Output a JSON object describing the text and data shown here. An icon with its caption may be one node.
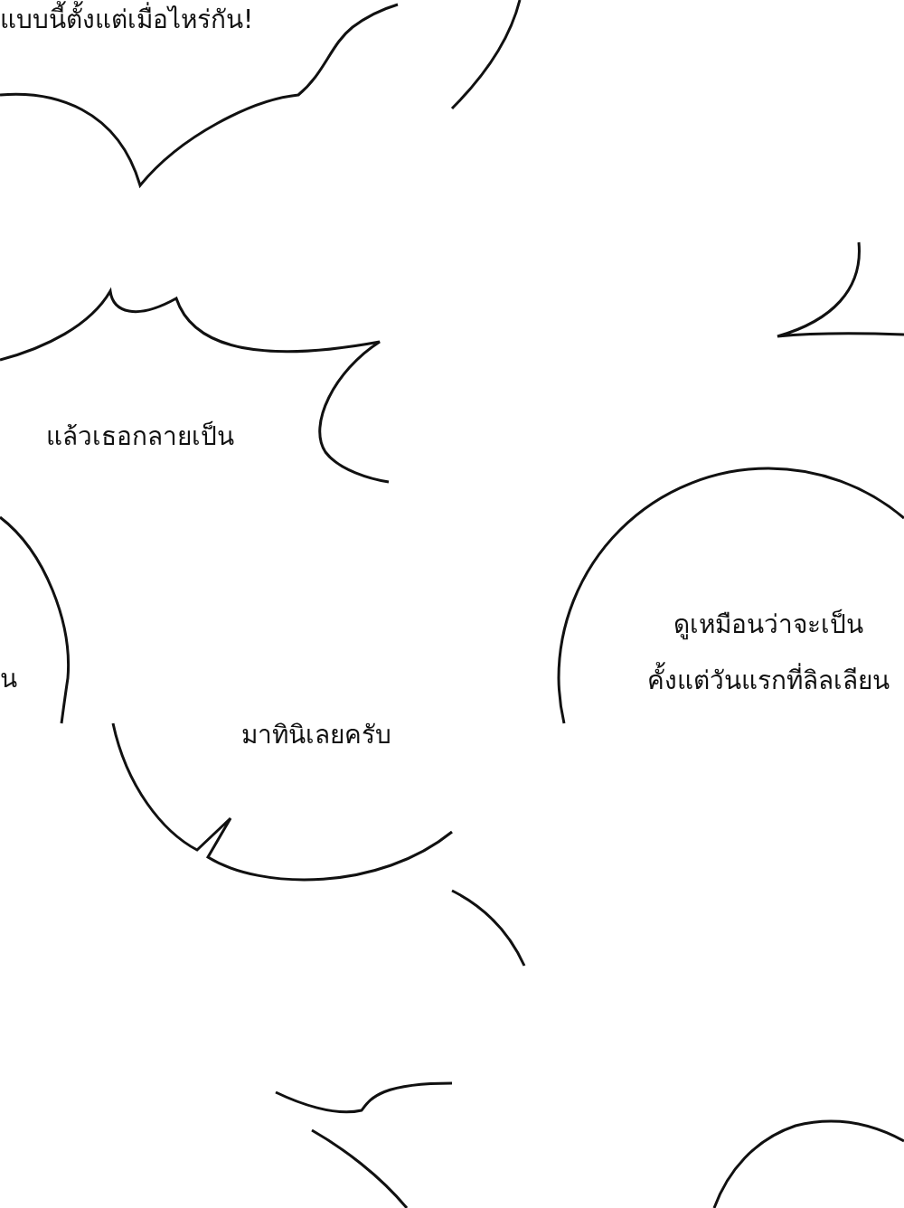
{
  "diagram": {
    "nodes": [
      {
        "text": [
          "แบบนี้ตั้งแต่เมื่อไหร่กัน!"
        ]
      },
      {
        "text": [
          "แล้วเธอกลายเป็น"
        ]
      },
      {
        "text": [
          "ดูเหมือนว่าจะเป็น คั้งแต่วันแรกที่ลิลเลียน"
        ]
      },
      {
        "text": [
          "มาทินิเลยครับ"
        ]
      }
    ],
    "labels": [
      "น"
    ]
  }
}
